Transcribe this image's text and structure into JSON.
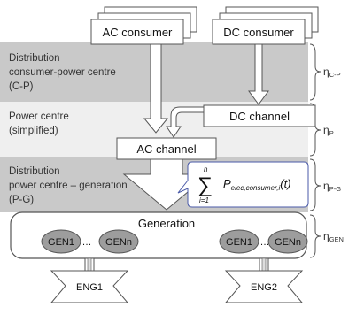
{
  "bands": [
    {
      "label_lines": [
        "Distribution",
        "consumer-power centre",
        "(C-P)"
      ],
      "eta_sub": "C-P"
    },
    {
      "label_lines": [
        "Power centre",
        "(simplified)"
      ],
      "eta_sub": "P"
    },
    {
      "label_lines": [
        "Distribution",
        "power centre – generation",
        "(P-G)"
      ],
      "eta_sub": "P-G"
    },
    {
      "label_lines": [],
      "eta_sub": "GEN"
    }
  ],
  "eta_symbol": "η",
  "boxes": {
    "ac_consumer": "AC consumer",
    "dc_consumer": "DC consumer",
    "dc_channel": "DC channel",
    "ac_channel": "AC channel",
    "generation": "Generation"
  },
  "formula": {
    "sum_symbol": "∑",
    "upper": "n",
    "lower": "i=1",
    "expression": "P",
    "subscript": "elec,consumer,i",
    "argument": "(t)"
  },
  "generators": [
    "GEN1",
    "…",
    "GENn",
    "GEN1",
    "…",
    "GENn"
  ],
  "engines": [
    "ENG1",
    "ENG2"
  ],
  "colors": {
    "band_dark": "#c9c9c9",
    "band_light": "#efefef",
    "generator_fill": "#9d9d9d"
  }
}
